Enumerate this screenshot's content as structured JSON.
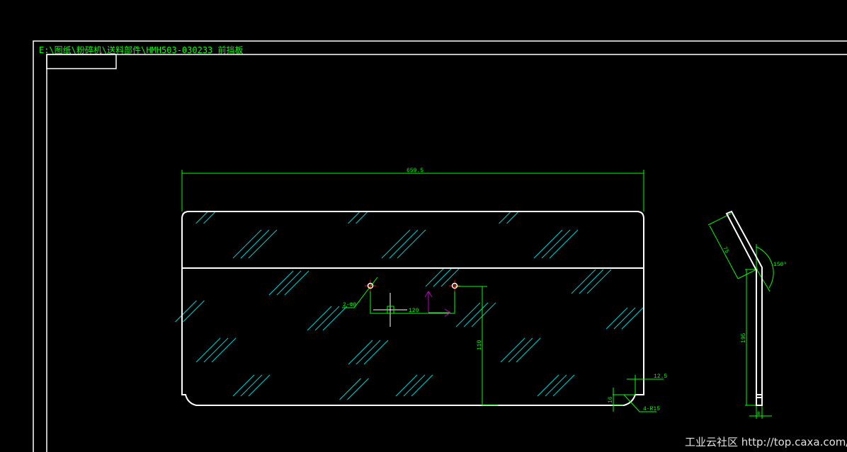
{
  "title_path": "E:\\图纸\\粉碎机\\送料部件\\HMH503-030233 前挡板",
  "colors": {
    "background": "#000000",
    "outline": "#ffffff",
    "dimension": "#00ff00",
    "hatch": "#00d0d0",
    "center_mark": "#ff0000",
    "axis": "#c000c0"
  },
  "dimensions": {
    "overall_width": "659.5",
    "holes": "2-Φ8",
    "hole_spacing": "120",
    "hole_height": "110",
    "notch_width": "12.5",
    "notch_height": "16",
    "corner_radius": "4-R15",
    "side_height": "195",
    "bend_angle": "150°",
    "flange_length": "75",
    "thickness": "8"
  },
  "watermark": "工业云社区 http://top.caxa.com/"
}
